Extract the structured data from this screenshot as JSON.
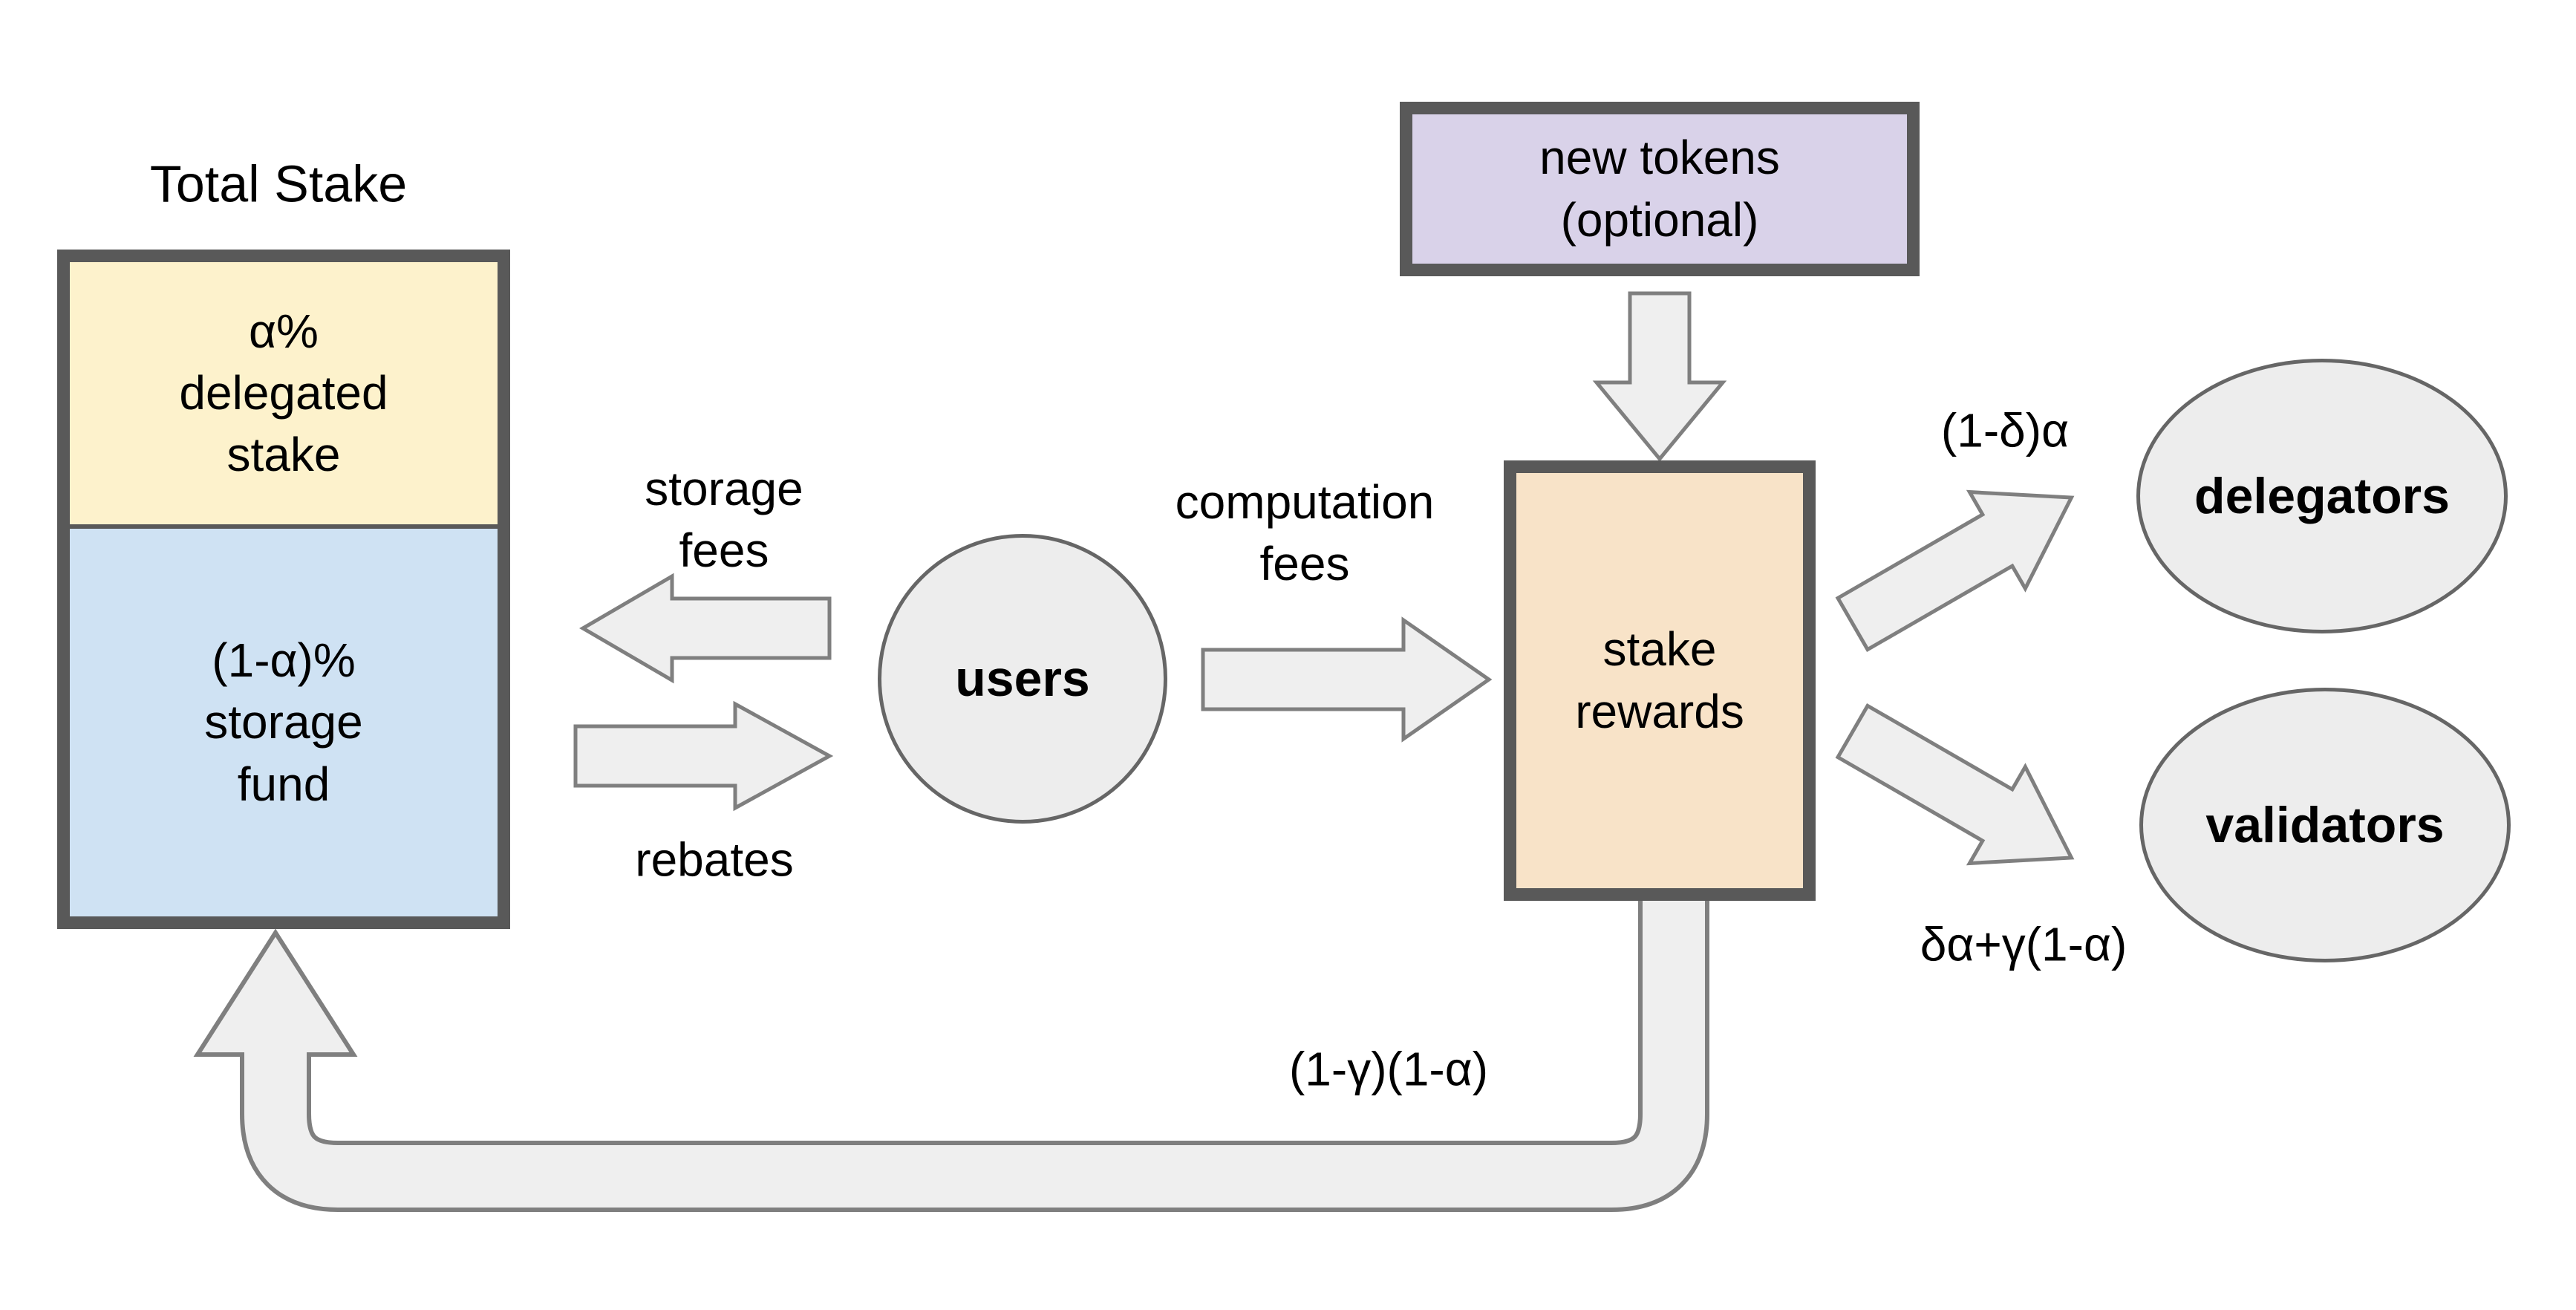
{
  "diagram": {
    "total_stake": {
      "title": "Total Stake",
      "delegated_label": "α%\ndelegated\nstake",
      "storage_fund_label": "(1-α)%\nstorage\nfund"
    },
    "users_label": "users",
    "new_tokens_label": "new tokens\n(optional)",
    "stake_rewards_label": "stake\nrewards",
    "delegators_label": "delegators",
    "validators_label": "validators",
    "flows": {
      "storage_fees": "storage\nfees",
      "rebates": "rebates",
      "computation_fees": "computation\nfees",
      "to_delegators": "(1-δ)α",
      "to_validators": "δα+γ(1-α)",
      "reinvest_to_storage_fund": "(1-γ)(1-α)"
    },
    "colors": {
      "delegated_fill": "#fdf2cc",
      "storage_fund_fill": "#cfe2f3",
      "new_tokens_fill": "#d9d2e9",
      "stake_rewards_fill": "#f8e3c8",
      "node_fill": "#ededed",
      "border": "#595959",
      "arrow_fill": "#efefef",
      "arrow_stroke": "#7f7f7f"
    }
  }
}
